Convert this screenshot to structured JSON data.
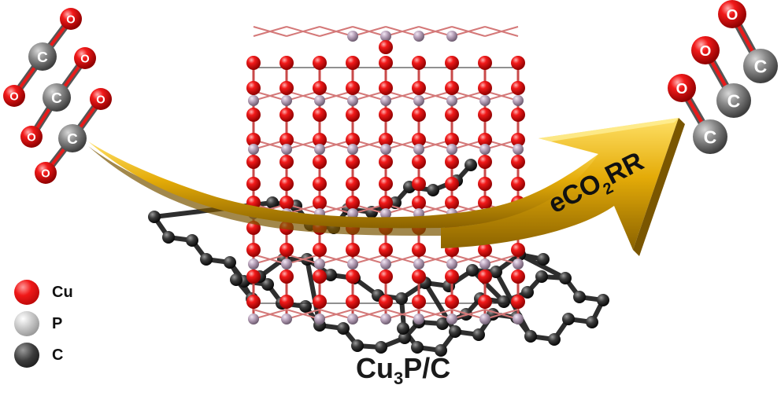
{
  "arrow_label": {
    "main": "eCO",
    "sub": "2",
    "tail": "RR"
  },
  "caption": {
    "formula_a": "Cu",
    "sub": "3",
    "formula_b": "P/C"
  },
  "molecule_labels": {
    "oxygen": "O",
    "carbon": "C"
  },
  "legend": [
    {
      "label": "Cu",
      "color": "#e81b1b"
    },
    {
      "label": "P",
      "color": "#bdbdbd"
    },
    {
      "label": "C",
      "color": "#3a3a3a"
    }
  ],
  "colors": {
    "arrow": "#e0ad0c",
    "cu": "#e81b1b",
    "p_lattice": "#b9a3bb",
    "carbon": "#3a3a3a",
    "bond": "#2e2e2e"
  }
}
